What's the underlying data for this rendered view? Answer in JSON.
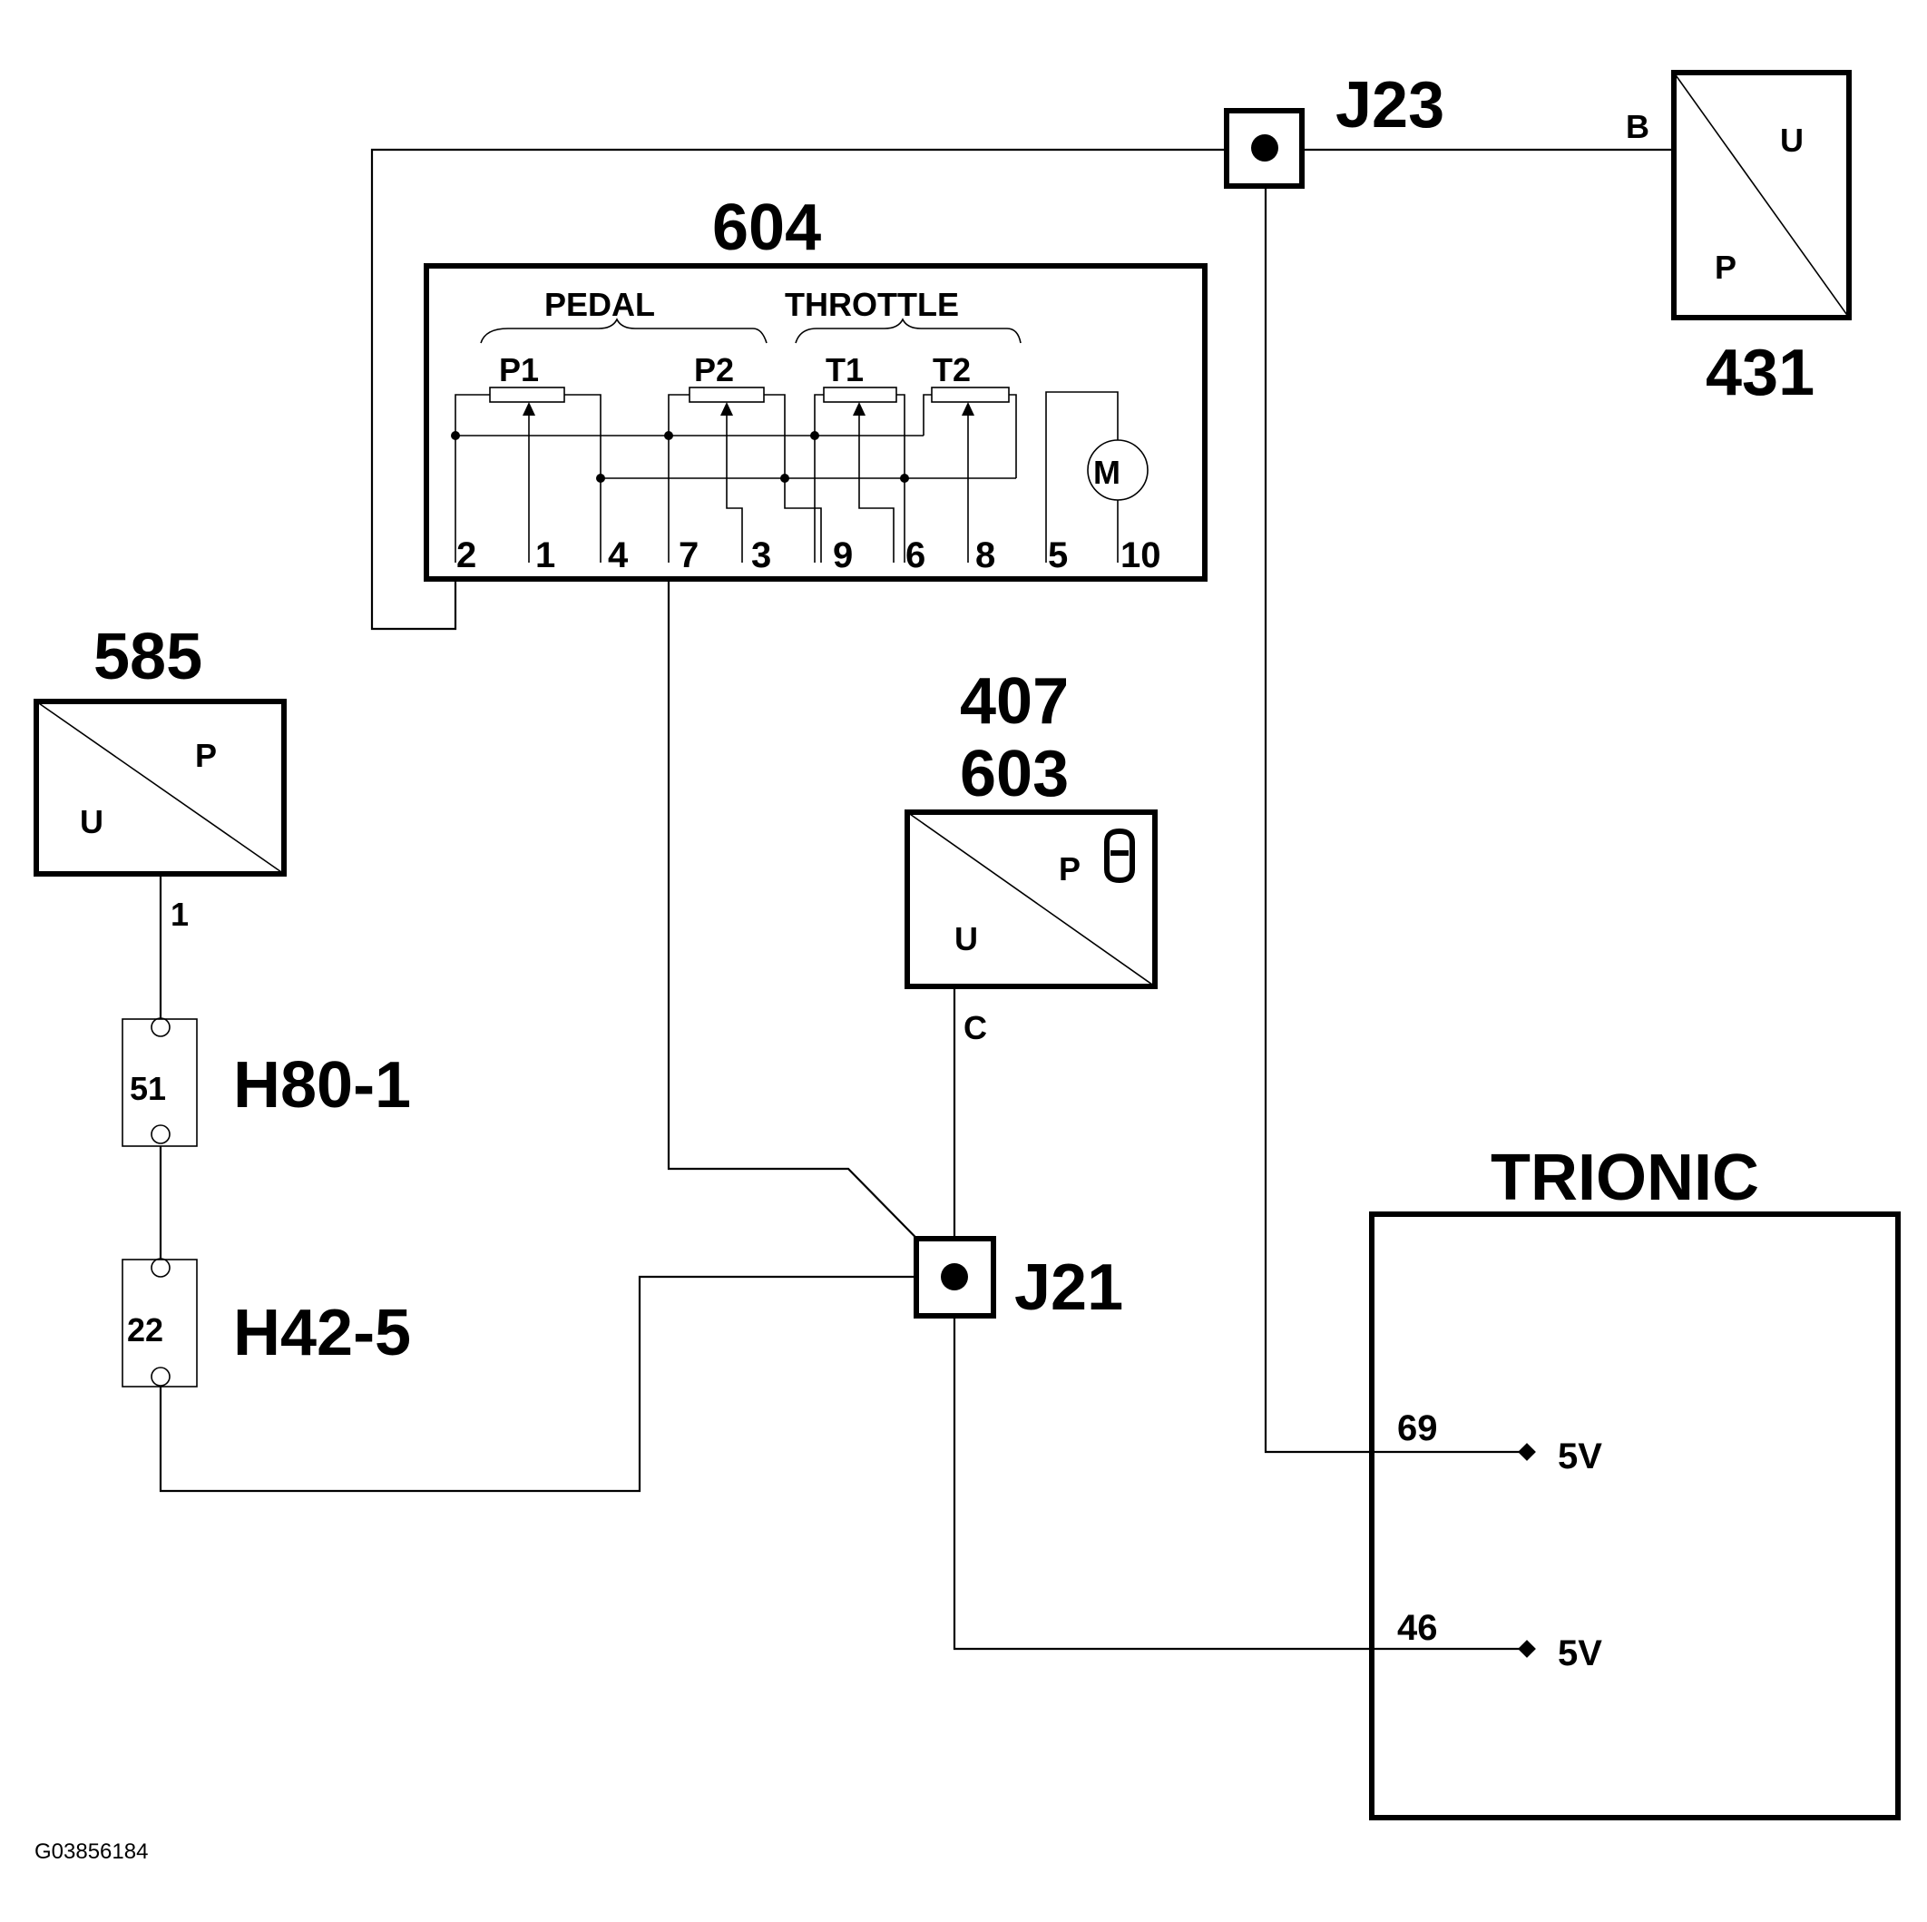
{
  "diagram_id": "G03856184",
  "components": {
    "c604": {
      "label": "604",
      "group_pedal": "PEDAL",
      "group_throttle": "THROTTLE",
      "sensors": [
        "P1",
        "P2",
        "T1",
        "T2"
      ],
      "motor": "M",
      "pins": [
        "2",
        "1",
        "4",
        "7",
        "3",
        "9",
        "6",
        "8",
        "5",
        "10"
      ]
    },
    "c585": {
      "label": "585",
      "u": "U",
      "p": "P",
      "pin": "1"
    },
    "c431": {
      "label": "431",
      "u": "U",
      "p": "P",
      "pin": "B"
    },
    "c407": {
      "label1": "407",
      "label2": "603",
      "u": "U",
      "p": "P",
      "pin": "C"
    },
    "j23": {
      "label": "J23"
    },
    "j21": {
      "label": "J21"
    },
    "h80": {
      "label": "H80-1",
      "pin": "51"
    },
    "h42": {
      "label": "H42-5",
      "pin": "22"
    },
    "trionic": {
      "label": "TRIONIC",
      "pins": [
        {
          "pin": "69",
          "voltage": "5V"
        },
        {
          "pin": "46",
          "voltage": "5V"
        }
      ]
    }
  }
}
